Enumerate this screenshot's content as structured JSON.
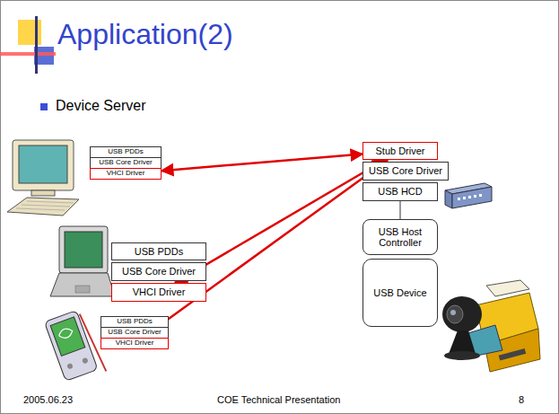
{
  "diagram": {
    "title": "Application(2)",
    "nodes": [
      {
        "text": [
          "USB PDDs"
        ]
      },
      {
        "text": [
          "USB Core Driver"
        ]
      },
      {
        "text": [
          "VHCI Driver"
        ]
      },
      {
        "text": [
          "USB PDDs"
        ]
      },
      {
        "text": [
          "USB Core Driver"
        ]
      },
      {
        "text": [
          "VHCI Driver"
        ]
      },
      {
        "text": [
          "USB PDDs"
        ]
      },
      {
        "text": [
          "USB Core Driver"
        ]
      },
      {
        "text": [
          "VHCI Driver"
        ]
      },
      {
        "text": [
          "Stub Driver"
        ]
      },
      {
        "text": [
          "USB Core Driver"
        ]
      },
      {
        "text": [
          "USB HCD"
        ]
      },
      {
        "text": [
          "USB Host Controller"
        ]
      },
      {
        "text": [
          "USB Device"
        ]
      }
    ],
    "edges": [
      {
        "from": 2,
        "to": 9,
        "arrow": "both"
      },
      {
        "from": 5,
        "to": 9,
        "arrow": "both"
      },
      {
        "from": 8,
        "to": 9,
        "arrow": "both"
      },
      {
        "from": 11,
        "to": 12,
        "arrow": "none"
      }
    ],
    "labels": [
      "Device Server",
      "2005.06.23",
      "COE Technical Presentation",
      "8"
    ]
  }
}
